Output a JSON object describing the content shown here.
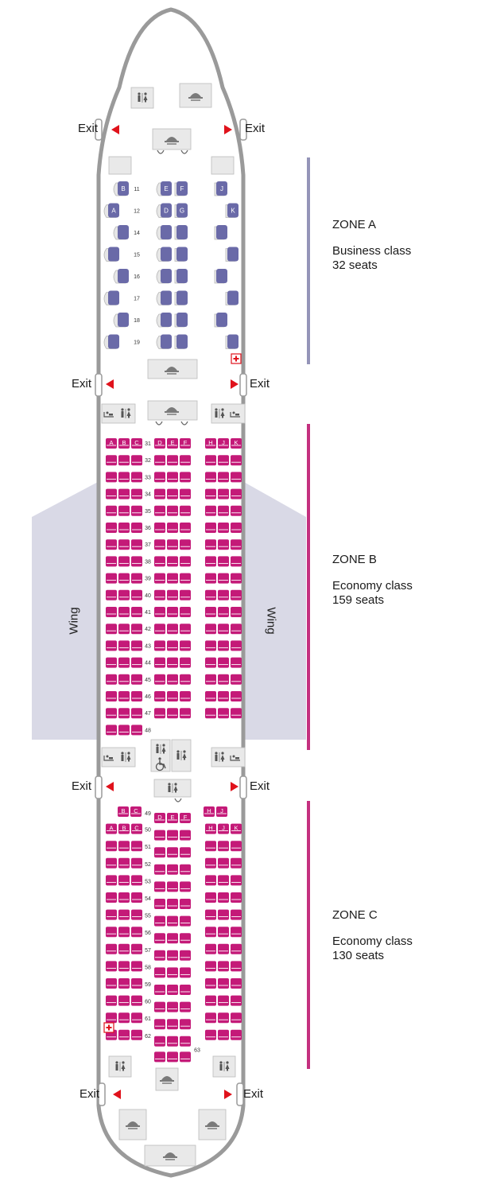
{
  "exit_label": "Exit",
  "wing_label": "Wing",
  "zones": [
    {
      "title": "ZONE A",
      "cabin": "Business class",
      "seats": "32 seats"
    },
    {
      "title": "ZONE B",
      "cabin": "Economy class",
      "seats": "159 seats"
    },
    {
      "title": "ZONE C",
      "cabin": "Economy class",
      "seats": "130 seats"
    }
  ],
  "colors": {
    "fuselage": "#9a9a9a",
    "wing": "#d9d9e6",
    "business_seat": "#6a6aa8",
    "business_shell": "#e6e6e6",
    "economy_seat": "#c41a78",
    "zone_a_bar": "#9494b8",
    "zone_bc_bar": "#c4307f",
    "exit_arrow": "#e0121b",
    "facility": "#e9e9e9"
  },
  "business": {
    "rows": [
      "11",
      "12",
      "14",
      "15",
      "16",
      "17",
      "18",
      "19"
    ],
    "letters_row11": [
      "B",
      "E",
      "F",
      "J"
    ],
    "letters_row12": [
      "A",
      "D",
      "G",
      "K"
    ]
  },
  "economy_b": {
    "rows": [
      "31",
      "32",
      "33",
      "34",
      "35",
      "36",
      "37",
      "38",
      "39",
      "40",
      "41",
      "42",
      "43",
      "44",
      "45",
      "46",
      "47",
      "48"
    ],
    "letters_left": [
      "A",
      "B",
      "C"
    ],
    "letters_mid": [
      "D",
      "E",
      "F"
    ],
    "letters_right": [
      "H",
      "J",
      "K"
    ]
  },
  "economy_c": {
    "rows": [
      "49",
      "50",
      "51",
      "52",
      "53",
      "54",
      "55",
      "56",
      "57",
      "58",
      "59",
      "60",
      "61",
      "62",
      "63"
    ],
    "row49_left": [
      "B",
      "C"
    ],
    "row49_right": [
      "H",
      "J"
    ],
    "letters_left": [
      "A",
      "B",
      "C"
    ],
    "letters_mid": [
      "D",
      "E",
      "F"
    ],
    "letters_right": [
      "H",
      "J",
      "K"
    ]
  },
  "icons": [
    "lavatory-icon",
    "galley-icon",
    "wheelchair-icon",
    "baby-change-icon",
    "first-aid-icon",
    "exit-arrow-icon"
  ]
}
